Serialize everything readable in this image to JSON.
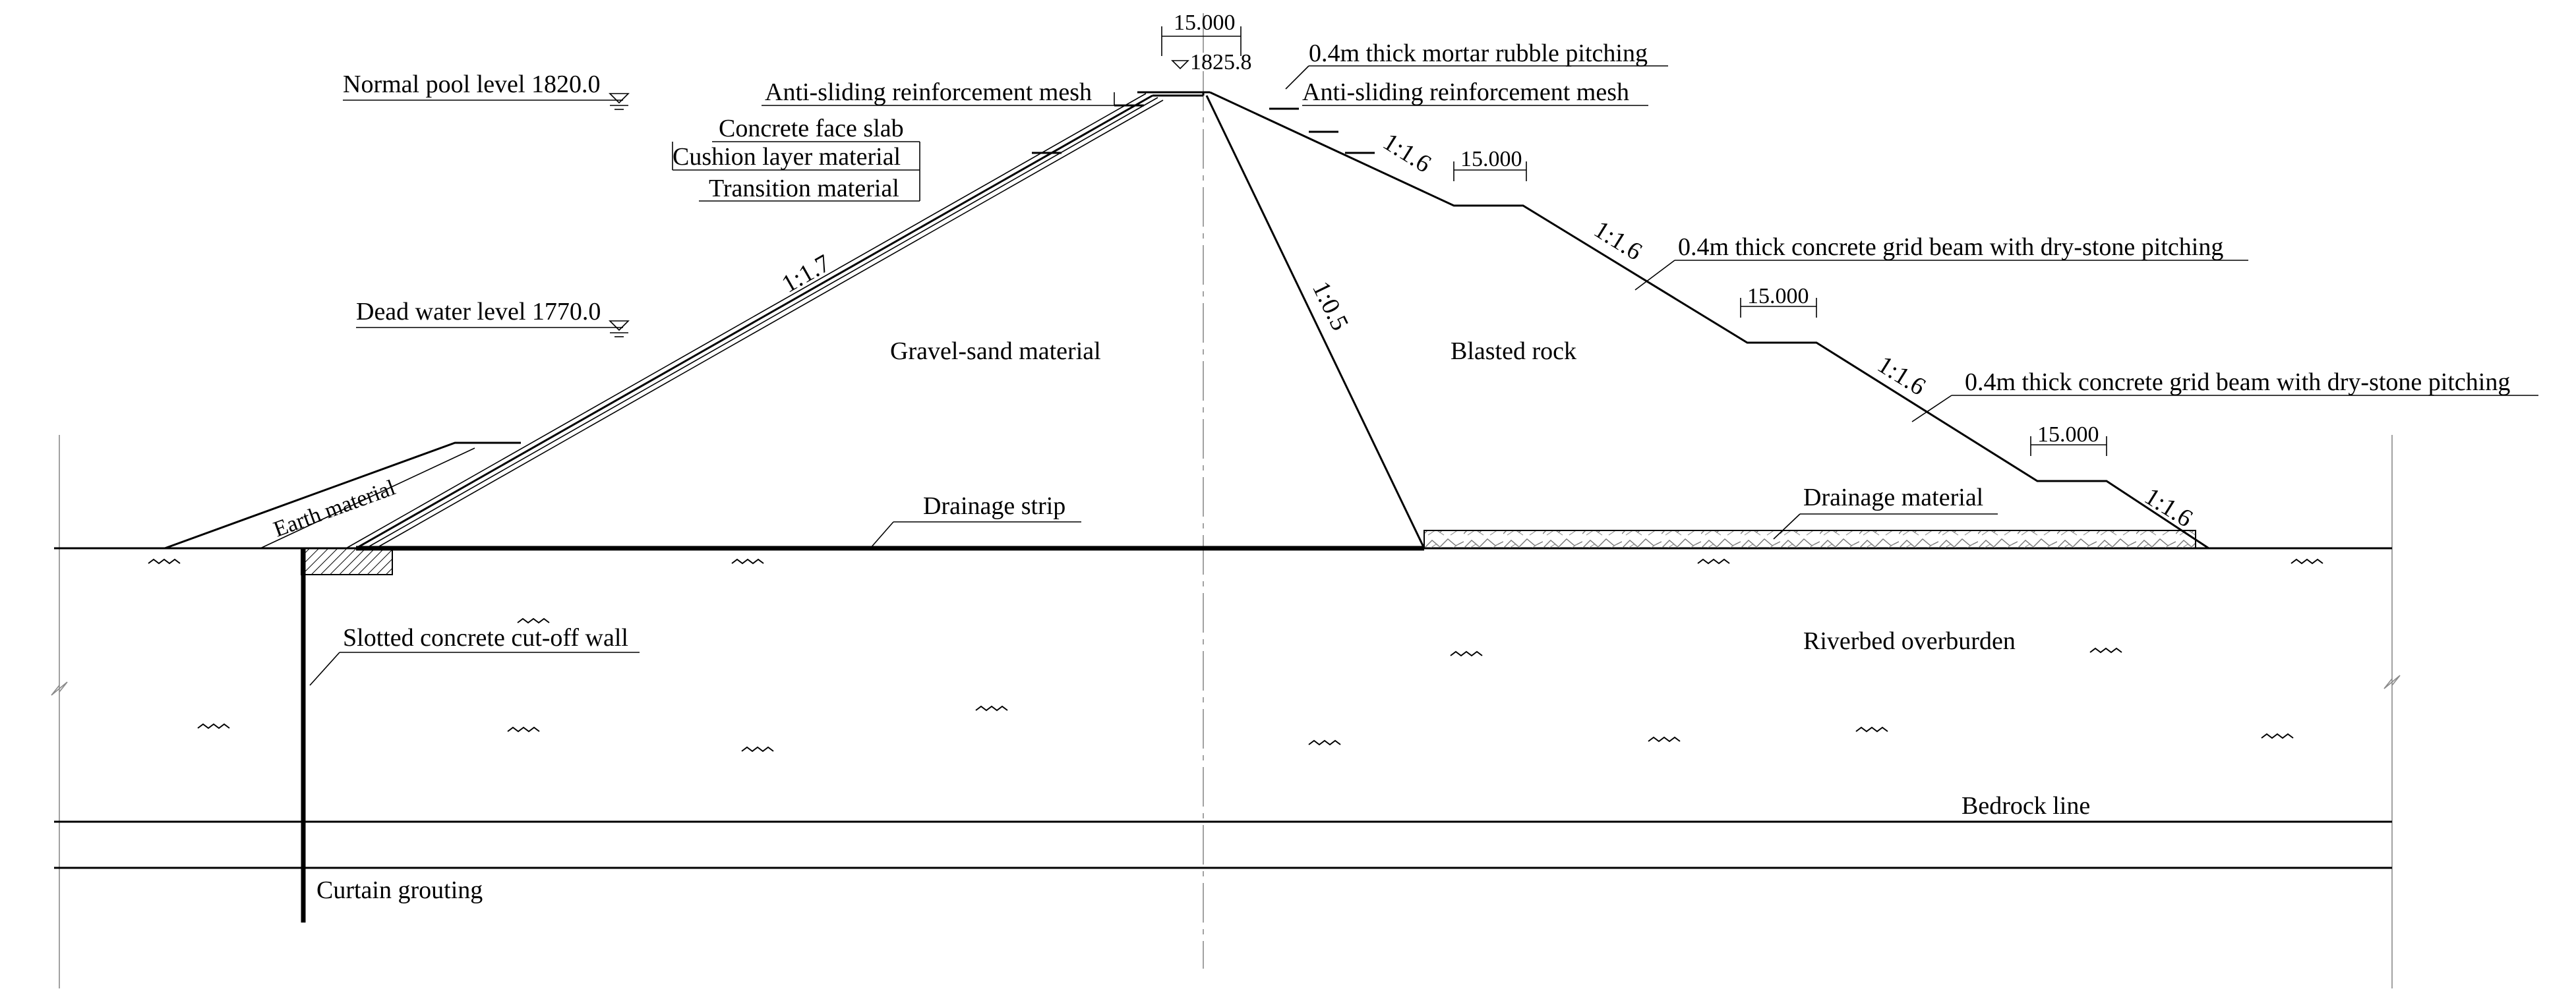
{
  "labels": {
    "normal_pool": "Normal pool level 1820.0",
    "dead_water": "Dead water level 1770.0",
    "crest_width": "15.000",
    "crest_elev": "1825.8",
    "up_anti_sliding": "Anti-sliding reinforcement mesh",
    "down_anti_sliding": "Anti-sliding reinforcement mesh",
    "mortar_pitching": "0.4m thick mortar rubble pitching",
    "face_slab": "Concrete face slab",
    "cushion": "Cushion layer material",
    "transition": "Transition material",
    "up_slope": "1:1.7",
    "core_slope": "1:0.5",
    "gravel_sand": "Gravel-sand material",
    "blasted_rock": "Blasted rock",
    "earth": "Earth material",
    "drainage_strip": "Drainage strip",
    "drainage_material": "Drainage material",
    "cutoff_wall": "Slotted concrete cut-off wall",
    "riverbed": "Riverbed overburden",
    "bedrock": "Bedrock line",
    "curtain": "Curtain grouting",
    "down_slope_1": "1:1.6",
    "down_slope_2": "1:1.6",
    "down_slope_3": "1:1.6",
    "down_slope_4": "1:1.6",
    "berm_1": "15.000",
    "berm_2": "15.000",
    "berm_3": "15.000",
    "grid_beam_1": "0.4m thick concrete grid beam with dry-stone pitching",
    "grid_beam_2": "0.4m thick concrete grid beam with dry-stone pitching"
  }
}
